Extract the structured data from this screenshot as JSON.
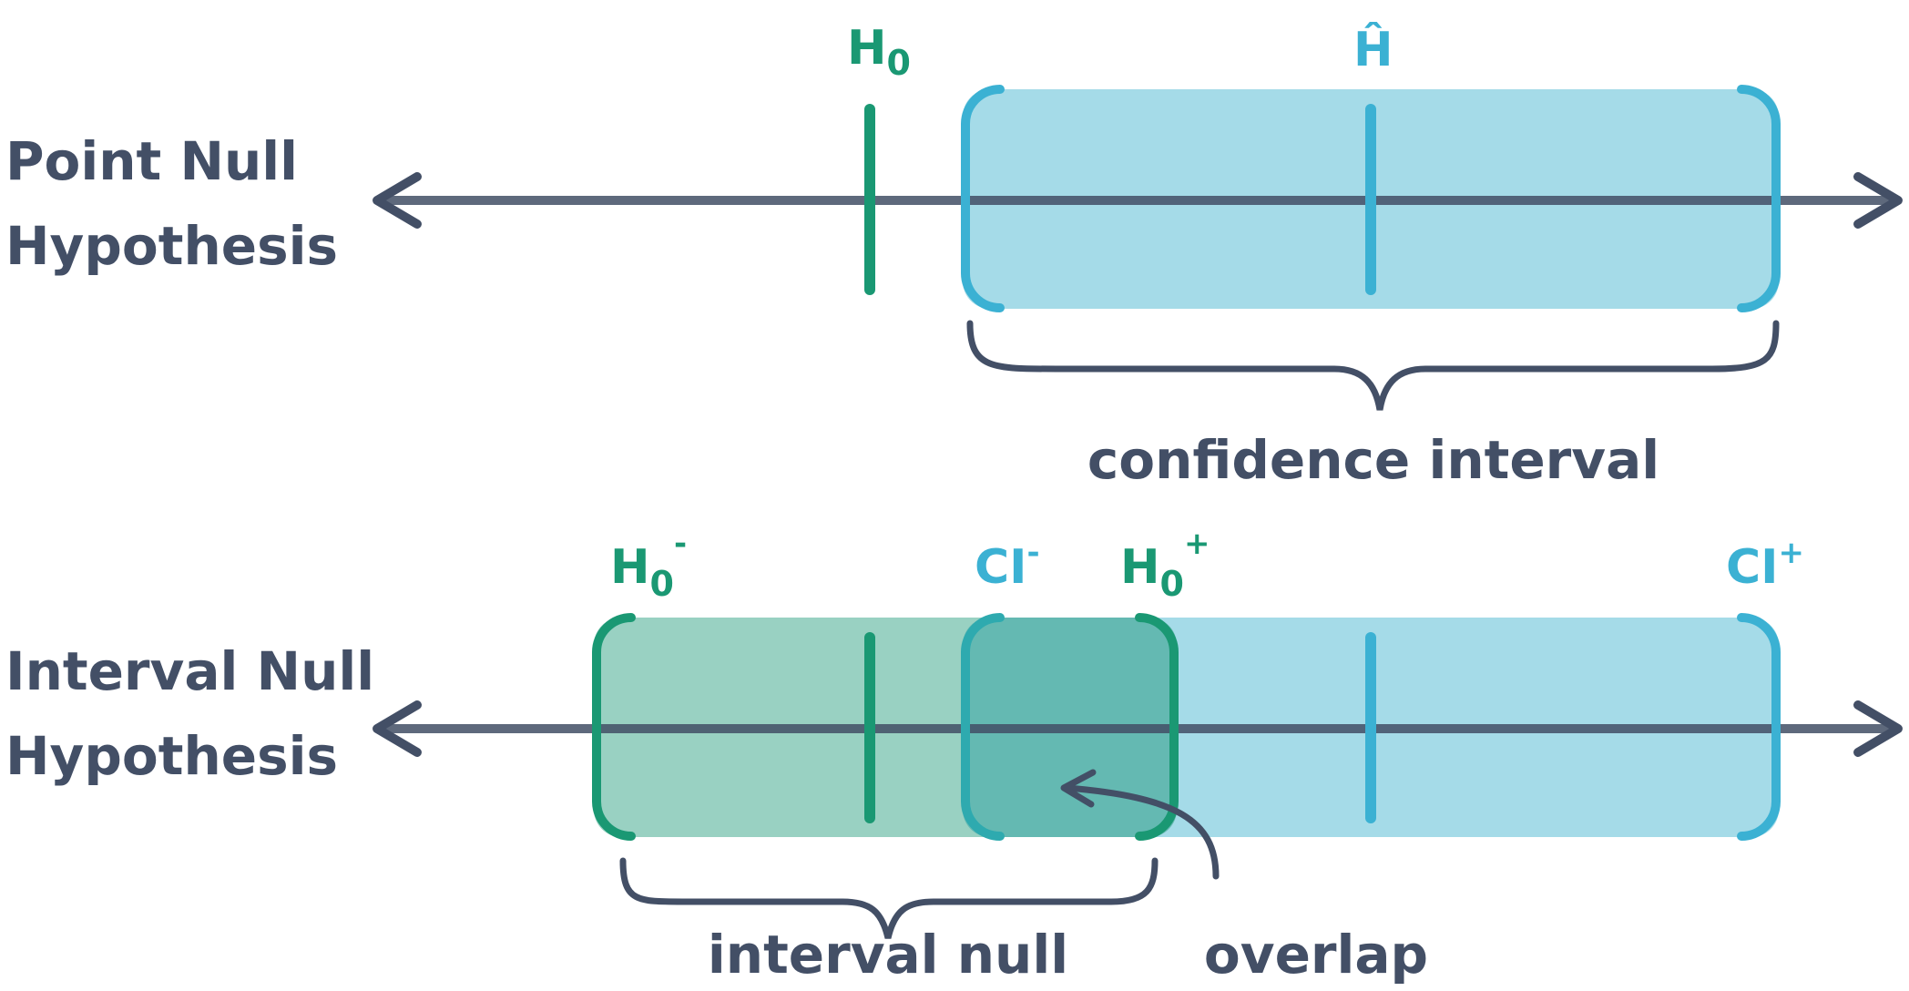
{
  "colors": {
    "axis": "#434f66",
    "null_green": "#1a9873",
    "null_fill": "#99d1c2",
    "ci_blue": "#3bb1d3",
    "ci_fill": "#a5dbe8",
    "overlap_fill": "#64b9b2",
    "text": "#434f66"
  },
  "point_null": {
    "row_label_line1": "Point Null",
    "row_label_line2": "Hypothesis",
    "h0_label": "H",
    "h0_subscript": "0",
    "estimate_label": "Ĥ",
    "brace_caption": "confidence interval"
  },
  "interval_null": {
    "row_label_line1": "Interval Null",
    "row_label_line2": "Hypothesis",
    "h0_minus_label": "H",
    "h0_minus_subscript": "0",
    "h0_minus_superscript": "-",
    "ci_minus_label": "CI",
    "ci_minus_superscript": "-",
    "h0_plus_label": "H",
    "h0_plus_subscript": "0",
    "h0_plus_superscript": "+",
    "ci_plus_label": "CI",
    "ci_plus_superscript": "+",
    "brace_caption": "interval null",
    "overlap_caption": "overlap"
  }
}
